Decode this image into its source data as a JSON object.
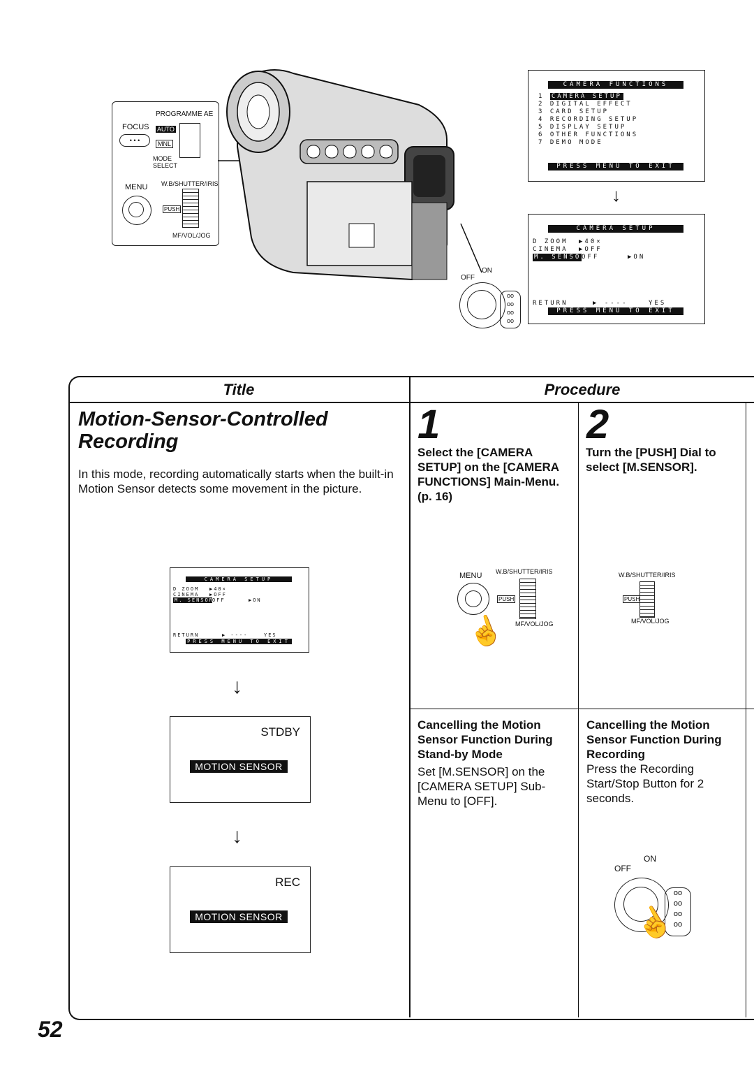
{
  "page_number": "52",
  "top_figure": {
    "controls": {
      "programme_ae": "PROGRAMME AE",
      "focus": "FOCUS",
      "auto": "AUTO",
      "mnl": "MNL",
      "mode_select": "MODE SELECT",
      "menu": "MENU",
      "wb_shutter_iris": "W.B/SHUTTER/IRIS",
      "push": "PUSH",
      "mf_vol_jog": "MF/VOL/JOG"
    },
    "power_on": "ON",
    "power_off": "OFF",
    "camera_functions_menu": {
      "title": "CAMERA FUNCTIONS",
      "items": [
        {
          "num": "1",
          "label": "CAMERA SETUP"
        },
        {
          "num": "2",
          "label": "DIGITAL EFFECT"
        },
        {
          "num": "3",
          "label": "CARD SETUP"
        },
        {
          "num": "4",
          "label": "RECORDING SETUP"
        },
        {
          "num": "5",
          "label": "DISPLAY SETUP"
        },
        {
          "num": "6",
          "label": "OTHER FUNCTIONS"
        },
        {
          "num": "7",
          "label": "DEMO MODE"
        }
      ],
      "footer": "PRESS MENU TO EXIT"
    },
    "camera_setup_menu": {
      "title": "CAMERA SETUP",
      "rows": [
        {
          "label": "D ZOOM",
          "value": "▶40×",
          "extra": ""
        },
        {
          "label": "CINEMA",
          "value": "▶OFF",
          "extra": ""
        },
        {
          "label": "M. SENSOR",
          "value": "OFF",
          "extra": "▶ON"
        }
      ],
      "return_label": "RETURN",
      "return_value": "▶ ----",
      "return_yes": "YES",
      "footer": "PRESS MENU TO EXIT"
    }
  },
  "table": {
    "header_title": "Title",
    "header_procedure": "Procedure",
    "feature_title_line1": "Motion-Sensor-Controlled",
    "feature_title_line2": "Recording",
    "description": "In this mode, recording automatically starts when the built-in Motion Sensor detects some movement in the picture.",
    "small_osd": {
      "title": "CAMERA SETUP",
      "rows": [
        {
          "label": "D ZOOM",
          "value": "▶40×",
          "extra": ""
        },
        {
          "label": "CINEMA",
          "value": "▶OFF",
          "extra": ""
        },
        {
          "label": "M. SENSOR",
          "value": "OFF",
          "extra": "▶ON"
        }
      ],
      "return_label": "RETURN",
      "return_value": "▶ ----",
      "return_yes": "YES",
      "footer": "PRESS MENU TO EXIT"
    },
    "screen_stdby": {
      "status": "STDBY",
      "strip": "MOTION SENSOR"
    },
    "screen_rec": {
      "status": "REC",
      "strip": "MOTION SENSOR"
    },
    "step1": {
      "number": "1",
      "text": "Select the [CAMERA SETUP] on the [CAMERA FUNCTIONS] Main-Menu. (p. 16)",
      "menu_label": "MENU",
      "wb_label": "W.B/SHUTTER/IRIS",
      "push": "PUSH",
      "mf_label": "MF/VOL/JOG"
    },
    "step2": {
      "number": "2",
      "text": "Turn the [PUSH] Dial to select [M.SENSOR].",
      "wb_label": "W.B/SHUTTER/IRIS",
      "push": "PUSH",
      "mf_label": "MF/VOL/JOG"
    },
    "cancel_standby": {
      "heading": "Cancelling the Motion Sensor Function During Stand-by Mode",
      "body": "Set [M.SENSOR] on the [CAMERA SETUP] Sub-Menu to [OFF]."
    },
    "cancel_recording": {
      "heading": "Cancelling the Motion Sensor Function During Recording",
      "body": "Press the Recording Start/Stop Button for 2 seconds.",
      "on": "ON",
      "off": "OFF"
    }
  }
}
